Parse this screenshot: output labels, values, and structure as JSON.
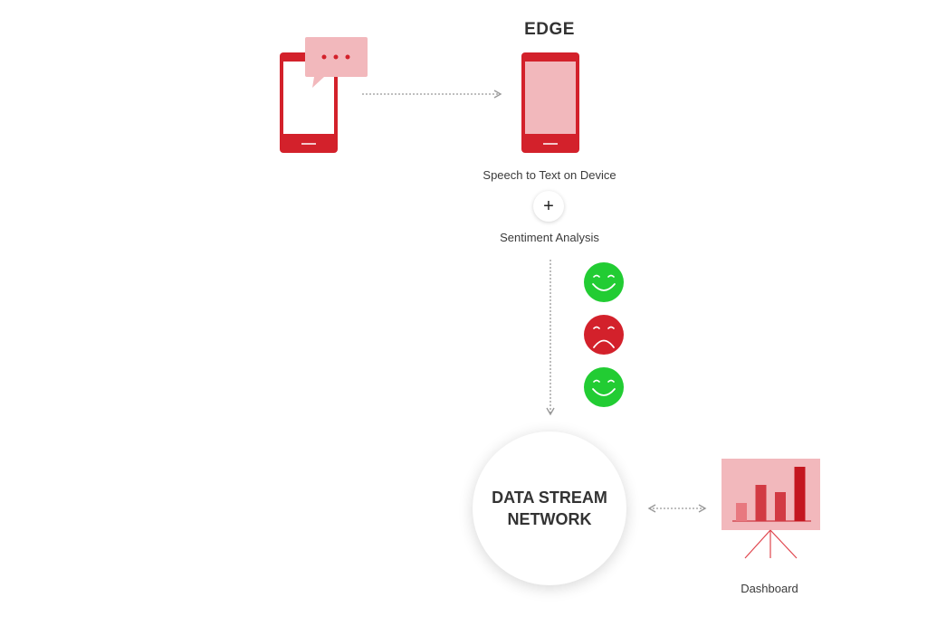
{
  "edge_label": "EDGE",
  "speech_to_text_label": "Speech to Text on Device",
  "plus_symbol": "+",
  "sentiment_analysis_label": "Sentiment Analysis",
  "data_stream_network": {
    "line1": "DATA STREAM",
    "line2": "NETWORK"
  },
  "dashboard_label": "Dashboard",
  "sentiments": [
    "positive",
    "negative",
    "positive"
  ],
  "dashboard_chart": {
    "type": "bar",
    "values": [
      1,
      2,
      1.6,
      3
    ],
    "colors": [
      "#e8787f",
      "#d23a43",
      "#d23a43",
      "#c4161f"
    ]
  },
  "colors": {
    "brand_red": "#d3212b",
    "screen_pink": "#f2b8bc",
    "bubble_pink": "#f2b8bc",
    "positive_green": "#22cc33",
    "negative_red": "#d3212b",
    "arrow_gray": "#999999"
  },
  "icons": {
    "source_phone": "phone-icon",
    "chat_bubble": "chat-bubble-icon",
    "edge_phone": "phone-icon",
    "positive_face": "smiley-face-icon",
    "negative_face": "sad-face-icon",
    "dashboard": "presentation-board-icon"
  }
}
